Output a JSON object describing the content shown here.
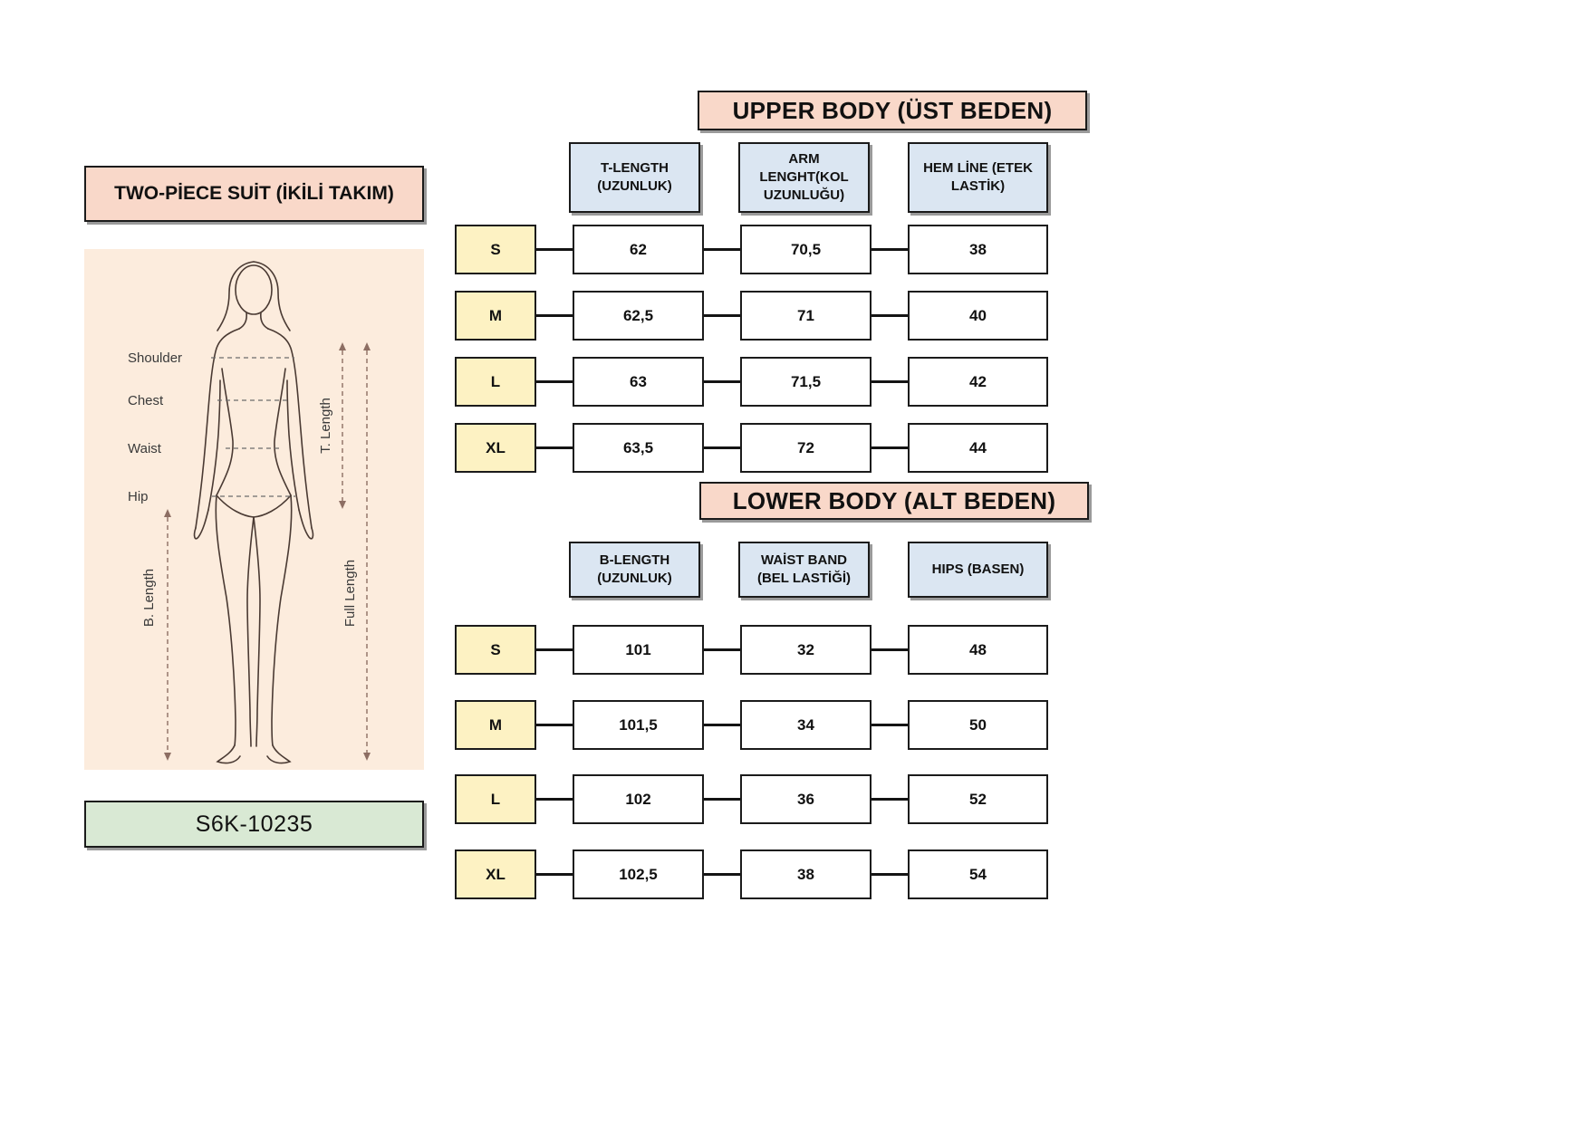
{
  "product": {
    "title": "TWO-PİECE SUİT (İKİLİ TAKIM)",
    "code": "S6K-10235"
  },
  "figure": {
    "labels": {
      "shoulder": "Shoulder",
      "chest": "Chest",
      "waist": "Waist",
      "hip": "Hip",
      "t_length": "T. Length",
      "b_length": "B. Length",
      "full_length": "Full Length"
    }
  },
  "upper_table": {
    "title": "UPPER BODY (ÜST BEDEN)",
    "columns": [
      "T-LENGTH (UZUNLUK)",
      "ARM LENGHT(KOL UZUNLUĞU)",
      "HEM LİNE (ETEK LASTİK)"
    ],
    "rows": [
      {
        "size": "S",
        "values": [
          "62",
          "70,5",
          "38"
        ]
      },
      {
        "size": "M",
        "values": [
          "62,5",
          "71",
          "40"
        ]
      },
      {
        "size": "L",
        "values": [
          "63",
          "71,5",
          "42"
        ]
      },
      {
        "size": "XL",
        "values": [
          "63,5",
          "72",
          "44"
        ]
      }
    ]
  },
  "lower_table": {
    "title": "LOWER BODY (ALT BEDEN)",
    "columns": [
      "B-LENGTH (UZUNLUK)",
      "WAİST BAND (BEL LASTİĞİ)",
      "HIPS (BASEN)"
    ],
    "rows": [
      {
        "size": "S",
        "values": [
          "101",
          "32",
          "48"
        ]
      },
      {
        "size": "M",
        "values": [
          "101,5",
          "34",
          "50"
        ]
      },
      {
        "size": "L",
        "values": [
          "102",
          "36",
          "52"
        ]
      },
      {
        "size": "XL",
        "values": [
          "102,5",
          "38",
          "54"
        ]
      }
    ]
  },
  "colors": {
    "header_pink": "#f9d8c9",
    "column_blue": "#dbe6f2",
    "size_yellow": "#fdf2c3",
    "code_green": "#d9e9d4",
    "figure_peach": "#fcecdd"
  }
}
